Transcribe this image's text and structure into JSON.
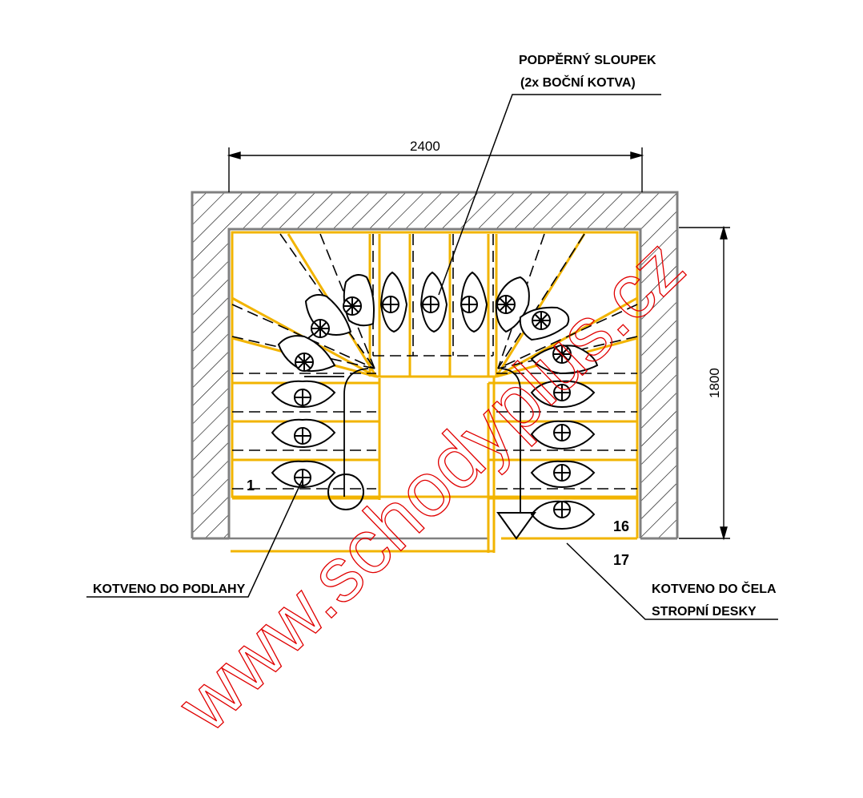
{
  "annotations": {
    "support_column_line1": "PODPĚRNÝ SLOUPEK",
    "support_column_line2": "(2x BOČNÍ KOTVA)",
    "anchor_floor": "KOTVENO DO PODLAHY",
    "anchor_slab_line1": "KOTVENO DO ČELA",
    "anchor_slab_line2": "STROPNÍ DESKY"
  },
  "dimensions": {
    "width": "2400",
    "depth": "1800"
  },
  "step_numbers": {
    "first": "1",
    "sixteenth": "16",
    "seventeenth": "17"
  },
  "watermark": "www.schodyplus.cz",
  "colors": {
    "outline": "#f2b400",
    "line": "#000000",
    "wall": "#808080",
    "watermark": "#e00000"
  }
}
